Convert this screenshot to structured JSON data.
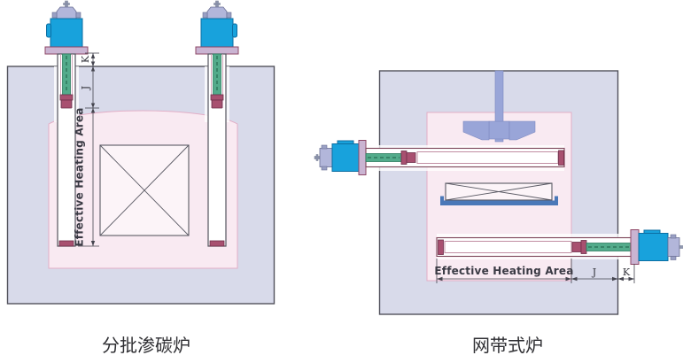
{
  "colors": {
    "furnace-fill": "#d8daea",
    "furnace-border": "#52525c",
    "chamber-pink": "#f9eaf2",
    "chamber-border": "#e2aec6",
    "head-blue": "#18a2dc",
    "cap-lavender": "#b2b6da",
    "flange-mauve": "#cab4d2",
    "sensor-green": "#53ab8b",
    "tip-maroon": "#a85070",
    "fan-blue": "#99a5d8",
    "belt-blue": "#4a78b8"
  },
  "left_diagram": {
    "caption": "分批渗碳炉",
    "labels": {
      "heating_area": "Effective Heating Area",
      "k": "K",
      "j": "J"
    }
  },
  "right_diagram": {
    "caption": "网带式炉",
    "labels": {
      "heating_area": "Effective Heating Area",
      "j": "J",
      "k": "K"
    }
  }
}
